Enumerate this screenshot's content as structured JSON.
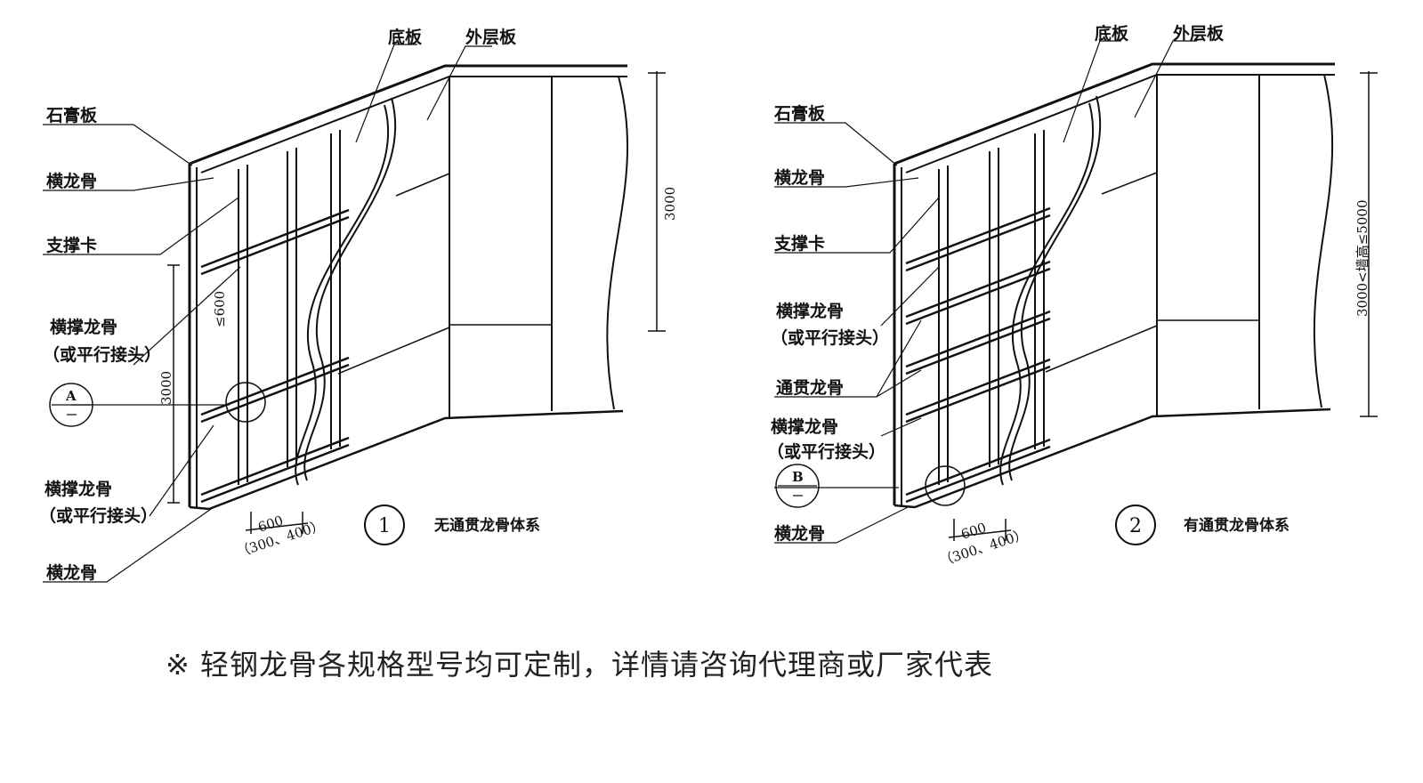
{
  "diagram1": {
    "labels": {
      "base_board": "底板",
      "outer_board": "外层板",
      "gypsum_board": "石膏板",
      "horizontal_keel_top": "横龙骨",
      "support_clip": "支撑卡",
      "brace_keel_a": "横撑龙骨",
      "parallel_joint_a": "（或平行接头）",
      "brace_keel_b": "横撑龙骨",
      "parallel_joint_b": "（或平行接头）",
      "horizontal_keel_bottom": "横龙骨"
    },
    "dims": {
      "height_right": "3000",
      "height_left": "3000",
      "spacing_vertical": "≤600",
      "spacing_bottom": "600",
      "spacing_alt": "（300、400）"
    },
    "detail_mark": "A",
    "number": "1",
    "caption": "无通贯龙骨体系"
  },
  "diagram2": {
    "labels": {
      "base_board": "底板",
      "outer_board": "外层板",
      "gypsum_board": "石膏板",
      "horizontal_keel_top": "横龙骨",
      "support_clip": "支撑卡",
      "brace_keel_a": "横撑龙骨",
      "parallel_joint_a": "（或平行接头）",
      "through_keel": "通贯龙骨",
      "brace_keel_b": "横撑龙骨",
      "parallel_joint_b": "（或平行接头）",
      "horizontal_keel_bottom": "横龙骨"
    },
    "dims": {
      "height_right": "3000<墙高≤5000",
      "spacing_bottom": "600",
      "spacing_alt": "（300、400）"
    },
    "detail_mark": "B",
    "number": "2",
    "caption": "有通贯龙骨体系"
  },
  "footnote": "※ 轻钢龙骨各规格型号均可定制，详情请咨询代理商或厂家代表"
}
